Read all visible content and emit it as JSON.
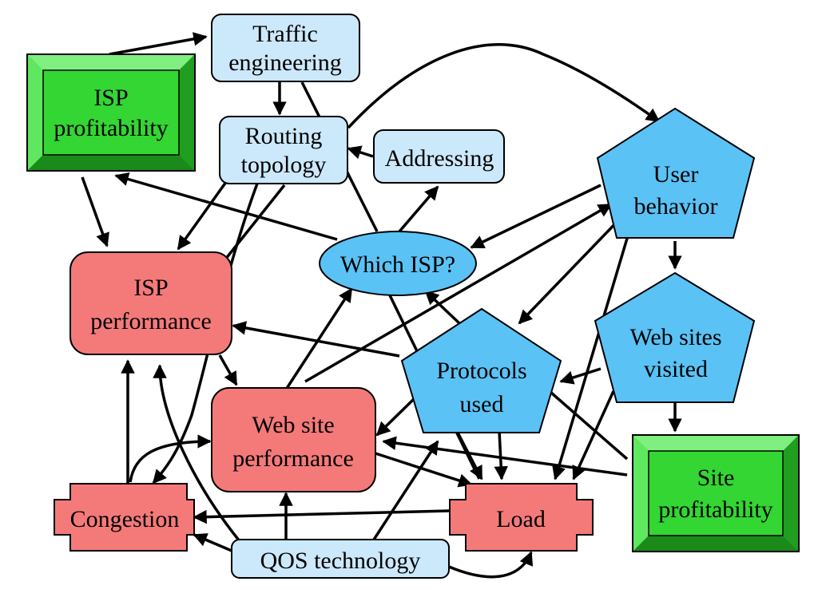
{
  "colors": {
    "light_blue": "#cce8fb",
    "blue": "#5bc2f5",
    "red": "#f47a7a",
    "green": "#33d633",
    "green_dark": "#1f9e1f",
    "green_light": "#7ff07f"
  },
  "nodes": {
    "traffic_engineering": [
      "Traffic",
      "engineering"
    ],
    "isp_profitability": [
      "ISP",
      "profitability"
    ],
    "routing_topology": [
      "Routing",
      "topology"
    ],
    "addressing": [
      "Addressing"
    ],
    "user_behavior": [
      "User",
      "behavior"
    ],
    "which_isp": [
      "Which ISP?"
    ],
    "isp_performance": [
      "ISP",
      "performance"
    ],
    "web_sites_visited": [
      "Web sites",
      "visited"
    ],
    "protocols_used": [
      "Protocols",
      "used"
    ],
    "web_site_performance": [
      "Web site",
      "performance"
    ],
    "site_profitability": [
      "Site",
      "profitability"
    ],
    "congestion": [
      "Congestion"
    ],
    "load": [
      "Load"
    ],
    "qos_technology": [
      "QOS technology"
    ]
  }
}
